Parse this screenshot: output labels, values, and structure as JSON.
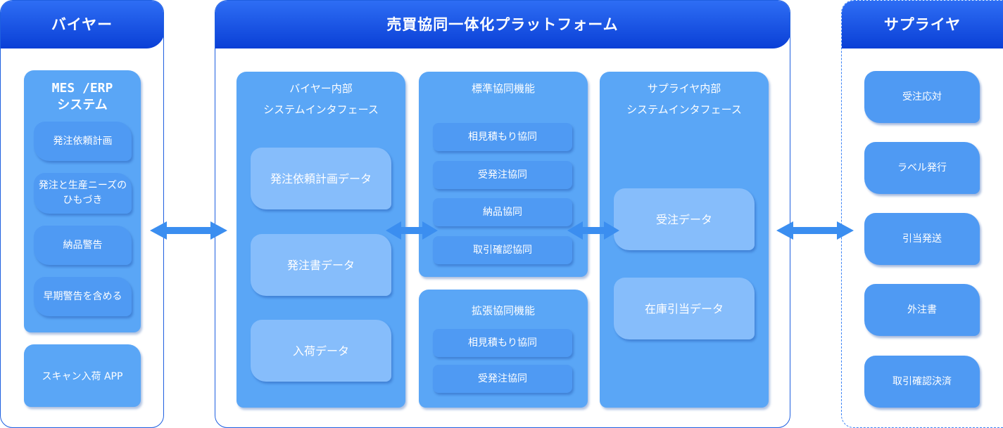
{
  "buyer": {
    "header": "バイヤー",
    "mes_title": "MES /ERP\nシステム",
    "mes_items": [
      "発注依頼計画",
      "発注と生産ニーズのひもづき",
      "納品警告",
      "早期警告を含める"
    ],
    "scan_app": "スキャン入荷 APP"
  },
  "platform": {
    "header": "売買協同一体化プラットフォーム",
    "buyer_internal": {
      "title_line1": "バイヤー内部",
      "title_line2": "システムインタフェース",
      "items": [
        "発注依頼計画データ",
        "発注書データ",
        "入荷データ"
      ]
    },
    "standard": {
      "title": "標準協同機能",
      "items": [
        "相見積もり協同",
        "受発注協同",
        "納品協同",
        "取引確認協同"
      ]
    },
    "extended": {
      "title": "拡張協同機能",
      "items": [
        "相見積もり協同",
        "受発注協同"
      ]
    },
    "supplier_internal": {
      "title_line1": "サプライヤ内部",
      "title_line2": "システムインタフェース",
      "items": [
        "受注データ",
        "在庫引当データ"
      ]
    }
  },
  "supplier": {
    "header": "サプライヤ",
    "items": [
      "受注応対",
      "ラベル発行",
      "引当発送",
      "外注書",
      "取引確認決済"
    ]
  },
  "colors": {
    "header": "#0a3fd6",
    "block": "#5aa6f6",
    "card": "#86bdfb",
    "arrow": "#3b8ef0"
  }
}
